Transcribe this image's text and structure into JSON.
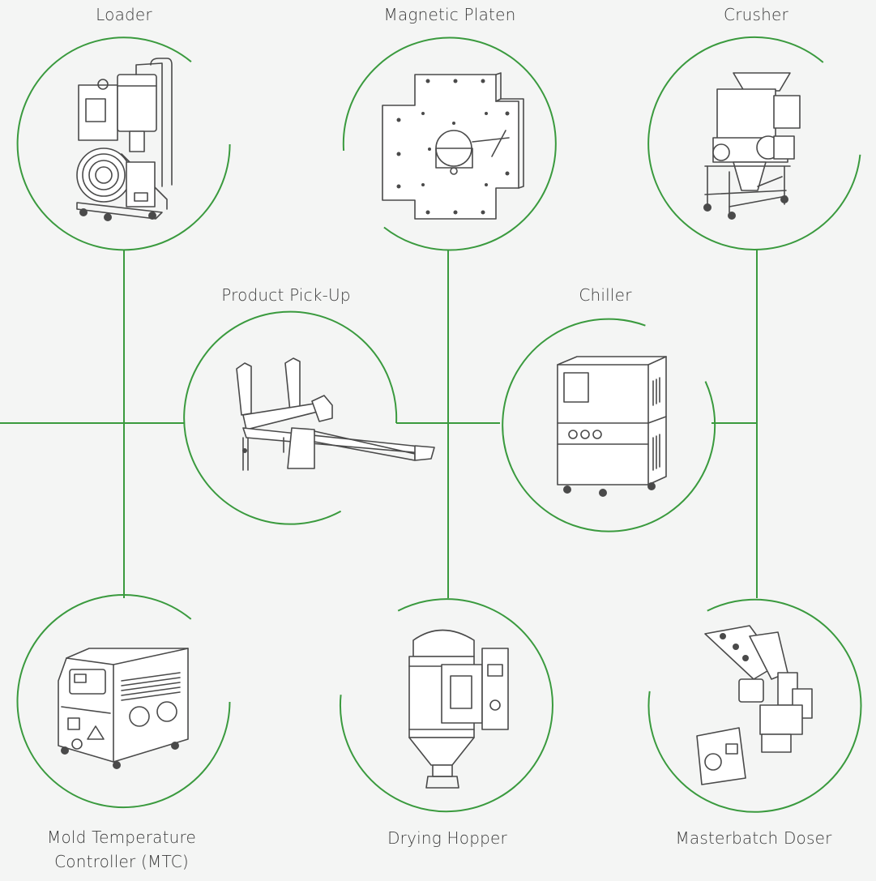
{
  "colors": {
    "background": "#f4f5f4",
    "accent_green": "#3a9a3e",
    "label_text": "#3c3c3c",
    "illustration_line": "#4a4a4a"
  },
  "nodes": {
    "loader": {
      "label": "Loader",
      "icon": "loader-machine-icon"
    },
    "magnetic_platen": {
      "label": "Magnetic Platen",
      "icon": "magnetic-platen-icon"
    },
    "crusher": {
      "label": "Crusher",
      "icon": "crusher-machine-icon"
    },
    "product_pickup": {
      "label": "Product Pick-Up",
      "icon": "pickup-robot-icon"
    },
    "chiller": {
      "label": "Chiller",
      "icon": "chiller-unit-icon"
    },
    "mtc": {
      "label_line1": "Mold Temperature",
      "label_line2": "Controller (MTC)",
      "icon": "mtc-unit-icon"
    },
    "drying_hopper": {
      "label": "Drying Hopper",
      "icon": "drying-hopper-icon"
    },
    "masterbatch_doser": {
      "label": "Masterbatch Doser",
      "icon": "masterbatch-doser-icon"
    }
  }
}
